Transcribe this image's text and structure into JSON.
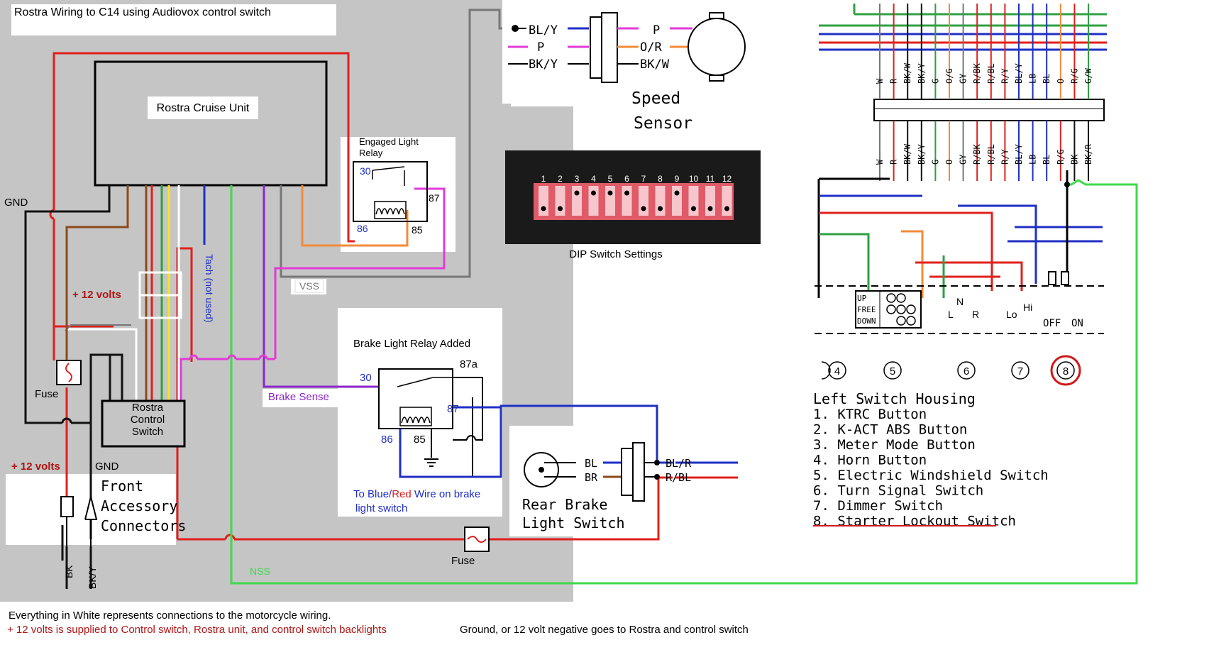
{
  "title": "Rostra Wiring to C14 using Audiovox control switch",
  "cruise_unit": "Rostra Cruise Unit",
  "gnd_left": "GND",
  "plus12_a": "+ 12 volts",
  "plus12_b": "+ 12 volts",
  "gnd_b": "GND",
  "fuse_a": "Fuse",
  "fuse_b": "Fuse",
  "control_switch": [
    "Rostra",
    "Control",
    "Switch"
  ],
  "tach": "Tach (not used)",
  "vss": "VSS",
  "nss": "NSS",
  "brake_sense": "Brake Sense",
  "engaged_relay": {
    "title": [
      "Engaged Light",
      "Relay"
    ],
    "p30": "30",
    "p87": "87",
    "p86": "86",
    "p85": "85"
  },
  "brake_relay": {
    "title": "Brake Light Relay  Added",
    "p87a": "87a",
    "p30": "30",
    "p87": "87",
    "p86": "86",
    "p85": "85"
  },
  "brake_note": {
    "part1": "To Blue/",
    "red": "Red",
    "part2": " Wire on brake",
    "line2": "light switch"
  },
  "front_accessory": [
    "Front",
    "Accessory",
    "Connectors"
  ],
  "wire_bk": "BK",
  "wire_bky": "BK/Y",
  "speed_sensor": {
    "left_wires": [
      "BL/Y",
      "P",
      "BK/Y"
    ],
    "right_wires": [
      "P",
      "O/R",
      "BK/W"
    ],
    "label": [
      "Speed",
      "Sensor"
    ]
  },
  "dip": {
    "label": "DIP Switch Settings",
    "numbers": [
      "1",
      "2",
      "3",
      "4",
      "5",
      "6",
      "7",
      "8",
      "9",
      "10",
      "11",
      "12"
    ],
    "dots_top": [
      3,
      4,
      5,
      6,
      9
    ],
    "dots_bottom": [
      1,
      2,
      7,
      8,
      10,
      11,
      12
    ]
  },
  "rear_brake": {
    "wires_left": [
      "BL",
      "BR"
    ],
    "wires_right": [
      "BL/R",
      "R/BL"
    ],
    "label": [
      "Rear  Brake",
      "Light Switch"
    ]
  },
  "harness_top_labels": [
    "W",
    "R",
    "BK/W",
    "BK/Y",
    "G",
    "O/G",
    "GY",
    "R/BK",
    "R/BL",
    "R/Y",
    "BL/Y",
    "LB",
    "BL",
    "O",
    "R/G",
    "G/W"
  ],
  "harness_bottom_labels": [
    "W",
    "R",
    "BK/W",
    "BK/Y",
    "G",
    "O",
    "GY",
    "R/BK",
    "R/BL",
    "R/Y",
    "BL/Y",
    "LB",
    "BL",
    "R/G",
    "BK",
    "BK/R"
  ],
  "switch_markings": {
    "up": "UP",
    "free": "FREE",
    "down": "DOWN",
    "l": "L",
    "n": "N",
    "r": "R",
    "lo": "Lo",
    "hi": "Hi",
    "off": "OFF",
    "on": "ON"
  },
  "circle_nums": [
    "4",
    "5",
    "6",
    "7",
    "8"
  ],
  "left_switch": {
    "title": "Left Switch Housing",
    "items": [
      "1. KTRC Button",
      "2. K-ACT ABS Button",
      "3. Meter Mode Button",
      "4. Horn Button",
      "5. Electric Windshield Switch",
      "6. Turn Signal Switch",
      "7. Dimmer Switch",
      "8. Starter Lockout Switch"
    ]
  },
  "footer": {
    "line1": "Everything in White represents connections to the motorcycle wiring.",
    "line2_red": "+ 12 volts is supplied to Control switch, Rostra unit, and control switch backlights",
    "line2_black": "Ground, or 12 volt negative goes to Rostra and control switch"
  },
  "colors": {
    "red": "#e0201c",
    "black": "#111111",
    "brown": "#8b4a1c",
    "green": "#2fa043",
    "yellow": "#f5e51c",
    "blue": "#1f2fc4",
    "purple": "#8a26c9",
    "magenta": "#e23ad8",
    "orange": "#f28b3a",
    "gray": "#777777",
    "white": "#ffffff",
    "lightgreen": "#3fd94a",
    "darkred": "#b01414"
  }
}
